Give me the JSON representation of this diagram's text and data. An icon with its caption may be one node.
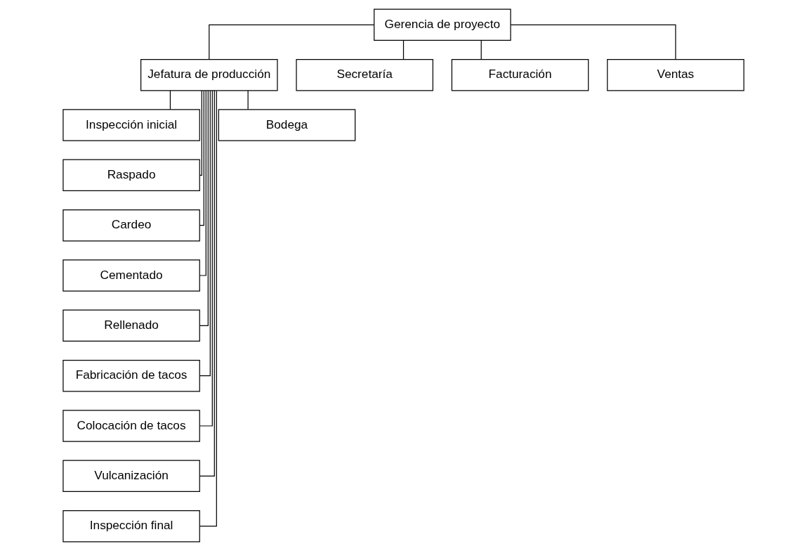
{
  "diagram": {
    "nodes": [
      {
        "text": [
          "Gerencia de proyecto"
        ]
      },
      {
        "text": [
          "Jefatura de producción"
        ]
      },
      {
        "text": [
          "Secretaría"
        ]
      },
      {
        "text": [
          "Facturación"
        ]
      },
      {
        "text": [
          "Ventas"
        ]
      },
      {
        "text": [
          "Inspección inicial"
        ]
      },
      {
        "text": [
          "Bodega"
        ]
      },
      {
        "text": [
          "Raspado"
        ]
      },
      {
        "text": [
          "Cardeo"
        ]
      },
      {
        "text": [
          "Cementado"
        ]
      },
      {
        "text": [
          "Rellenado"
        ]
      },
      {
        "text": [
          "Fabricación de tacos"
        ]
      },
      {
        "text": [
          "Colocación de tacos"
        ]
      },
      {
        "text": [
          "Vulcanización"
        ]
      },
      {
        "text": [
          "Inspección final"
        ]
      }
    ],
    "edges": [
      {
        "from": 0,
        "to": 1,
        "arrow": "none"
      },
      {
        "from": 0,
        "to": 2,
        "arrow": "none"
      },
      {
        "from": 0,
        "to": 3,
        "arrow": "none"
      },
      {
        "from": 0,
        "to": 4,
        "arrow": "none"
      },
      {
        "from": 1,
        "to": 5,
        "arrow": "none"
      },
      {
        "from": 1,
        "to": 6,
        "arrow": "none"
      },
      {
        "from": 1,
        "to": 7,
        "arrow": "none"
      },
      {
        "from": 1,
        "to": 8,
        "arrow": "none"
      },
      {
        "from": 1,
        "to": 9,
        "arrow": "none"
      },
      {
        "from": 1,
        "to": 10,
        "arrow": "none"
      },
      {
        "from": 1,
        "to": 11,
        "arrow": "none"
      },
      {
        "from": 1,
        "to": 12,
        "arrow": "none"
      },
      {
        "from": 1,
        "to": 13,
        "arrow": "none"
      },
      {
        "from": 1,
        "to": 14,
        "arrow": "none"
      }
    ]
  }
}
